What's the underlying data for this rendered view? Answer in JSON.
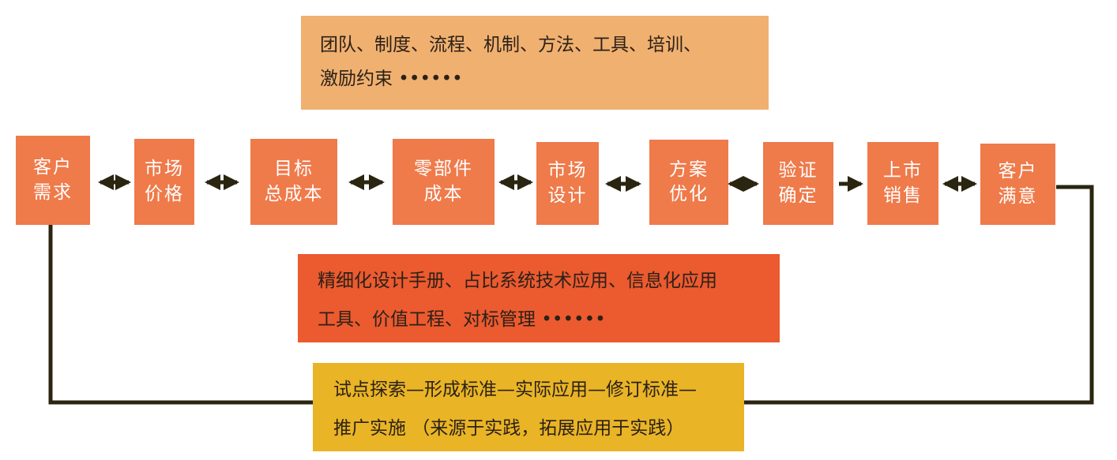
{
  "top_box": {
    "line1": "团队、制度、流程、机制、方法、工具、培训、",
    "line2": "激励约束 ••••••"
  },
  "steps": [
    {
      "line1": "客户",
      "line2": "需求"
    },
    {
      "line1": "市场",
      "line2": "价格"
    },
    {
      "line1": "目标",
      "line2": "总成本"
    },
    {
      "line1": "零部件",
      "line2": "成本"
    },
    {
      "line1": "市场",
      "line2": "设计"
    },
    {
      "line1": "方案",
      "line2": "优化"
    },
    {
      "line1": "验证",
      "line2": "确定"
    },
    {
      "line1": "上市",
      "line2": "销售"
    },
    {
      "line1": "客户",
      "line2": "满意"
    }
  ],
  "middle_box": {
    "line1": "精细化设计手册、占比系统技术应用、信息化应用",
    "line2": "工具、价值工程、对标管理 ••••••"
  },
  "bottom_box": {
    "line1": "试点探索—形成标准—实际应用—修订标准—",
    "line2": "推广实施 （来源于实践，拓展应用于实践）"
  },
  "colors": {
    "top_box": "#f0b070",
    "step_box": "#ef7a4a",
    "middle_box": "#ec5a2f",
    "bottom_box": "#e9b425",
    "connector": "#2a2510"
  }
}
